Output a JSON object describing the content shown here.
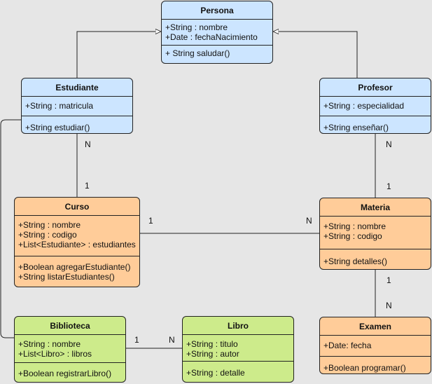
{
  "classes": {
    "persona": {
      "name": "Persona",
      "attributes": [
        "+String : nombre",
        "+Date : fechaNacimiento"
      ],
      "methods": [
        "+ String saludar()"
      ],
      "color": "#cce5ff"
    },
    "estudiante": {
      "name": "Estudiante",
      "attributes": [
        "+String : matricula"
      ],
      "methods": [
        "+String estudiar()"
      ],
      "color": "#cce5ff"
    },
    "profesor": {
      "name": "Profesor",
      "attributes": [
        "+String : especialidad"
      ],
      "methods": [
        "+String enseñar()"
      ],
      "color": "#cce5ff"
    },
    "curso": {
      "name": "Curso",
      "attributes": [
        "+String : nombre",
        "+String : codigo",
        "+List<Estudiante> : estudiantes"
      ],
      "methods": [
        "+Boolean agregarEstudiante()",
        "+String listarEstudiantes()"
      ],
      "color": "#ffcc99"
    },
    "materia": {
      "name": "Materia",
      "attributes": [
        "+String : nombre",
        "+String : codigo"
      ],
      "methods": [
        "+String detalles()"
      ],
      "color": "#ffcc99"
    },
    "examen": {
      "name": "Examen",
      "attributes": [
        "+Date: fecha"
      ],
      "methods": [
        "+Boolean programar()"
      ],
      "color": "#ffcc99"
    },
    "biblioteca": {
      "name": "Biblioteca",
      "attributes": [
        "+String : nombre",
        "+List<Libro> : libros"
      ],
      "methods": [
        "+Boolean registrarLibro()"
      ],
      "color": "#cdeb8b"
    },
    "libro": {
      "name": "Libro",
      "attributes": [
        "+String : titulo",
        "+String : autor"
      ],
      "methods": [
        "+String : detalle"
      ],
      "color": "#cdeb8b"
    }
  },
  "multiplicities": {
    "estudiante_curso_top": "N",
    "estudiante_curso_bottom": "1",
    "profesor_materia_top": "N",
    "profesor_materia_bottom": "1",
    "curso_materia_left": "1",
    "curso_materia_right": "N",
    "materia_examen_top": "1",
    "materia_examen_bottom": "N",
    "biblioteca_libro_left": "1",
    "biblioteca_libro_right": "N"
  }
}
